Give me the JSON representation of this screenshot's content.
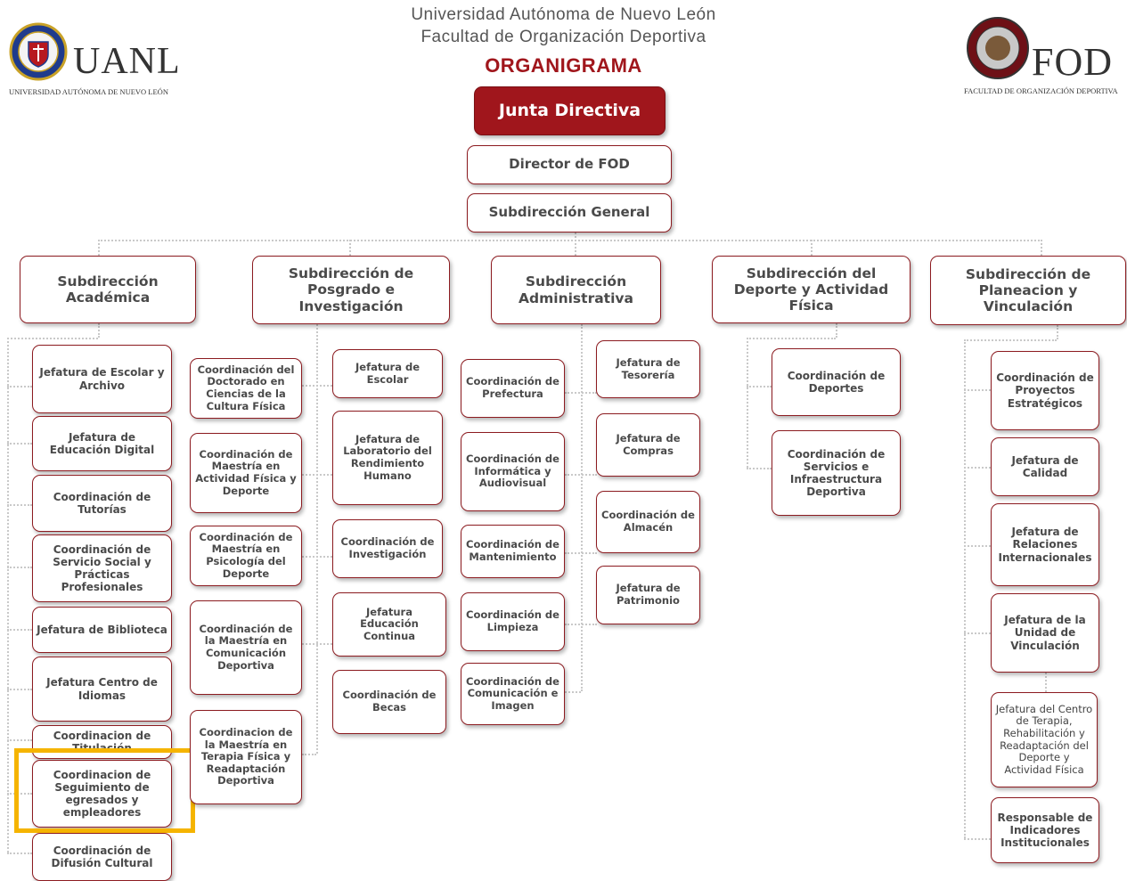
{
  "header": {
    "university": "Universidad Autónoma de Nuevo León",
    "faculty": "Facultad de Organización Deportiva",
    "title": "ORGANIGRAMA"
  },
  "logos": {
    "left_name": "UANL",
    "left_caption": "UNIVERSIDAD AUTÓNOMA DE NUEVO LEÓN",
    "right_name": "FOD",
    "right_caption": "FACULTAD DE ORGANIZACIÓN DEPORTIVA"
  },
  "top": {
    "junta": "Junta Directiva",
    "director": "Director de FOD",
    "general": "Subdirección General"
  },
  "subdirecciones": {
    "academica": "Subdirección Académica",
    "posgrado": "Subdirección de Posgrado e Investigación",
    "administrativa": "Subdirección Administrativa",
    "deporte": "Subdirección del Deporte y Actividad Física",
    "planeacion": "Subdirección de Planeacion y Vinculación"
  },
  "academica_units": [
    "Jefatura de Escolar y Archivo",
    "Jefatura de Educación Digital",
    "Coordinación de Tutorías",
    "Coordinación de Servicio Social y Prácticas Profesionales",
    "Jefatura de Biblioteca",
    "Jefatura Centro de Idiomas",
    "Coordinacion de Titulación",
    "Coordinacion de Seguimiento de egresados y empleadores",
    "Coordinación de Difusión Cultural"
  ],
  "posgrado_units_left": [
    "Coordinación del Doctorado en Ciencias de la Cultura Física",
    "Coordinación de Maestría en Actividad Física y Deporte",
    "Coordinación de Maestría en Psicología del Deporte",
    "Coordinación de la Maestría en Comunicación Deportiva",
    "Coordinacion de la Maestría en Terapia Física y Readaptación Deportiva"
  ],
  "posgrado_units_right": [
    "Jefatura de Escolar",
    "Jefatura de Laboratorio del Rendimiento Humano",
    "Coordinación de Investigación",
    "Jefatura Educación Continua",
    "Coordinación de Becas"
  ],
  "administrativa_units_left": [
    "Coordinación de Prefectura",
    "Coordinación de Informática y Audiovisual",
    "Coordinación de Mantenimiento",
    "Coordinación de Limpieza",
    "Coordinación de Comunicación e Imagen"
  ],
  "administrativa_units_right": [
    "Jefatura de Tesorería",
    "Jefatura de Compras",
    "Coordinación de Almacén",
    "Jefatura de Patrimonio"
  ],
  "deporte_units": [
    "Coordinación de Deportes",
    "Coordinación de Servicios e Infraestructura Deportiva"
  ],
  "planeacion_units": [
    "Coordinación de Proyectos Estratégicos",
    "Jefatura de Calidad",
    "Jefatura de Relaciones Internacionales",
    "Jefatura de la Unidad de Vinculación",
    "Jefatura del Centro de Terapia, Rehabilitación y Readaptación del Deporte y Actividad Física",
    "Responsable de Indicadores Institucionales"
  ],
  "colors": {
    "accent": "#a0161c",
    "border": "#8c1b20",
    "highlight": "#f5b400",
    "connector": "#c9c9c9"
  }
}
